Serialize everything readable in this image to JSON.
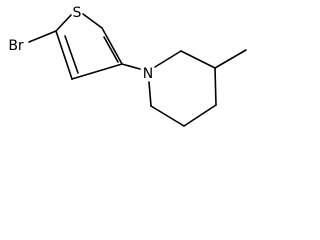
{
  "molecule": {
    "atoms": {
      "sulfur": "S",
      "bromine": "Br",
      "nitrogen": "N"
    }
  }
}
